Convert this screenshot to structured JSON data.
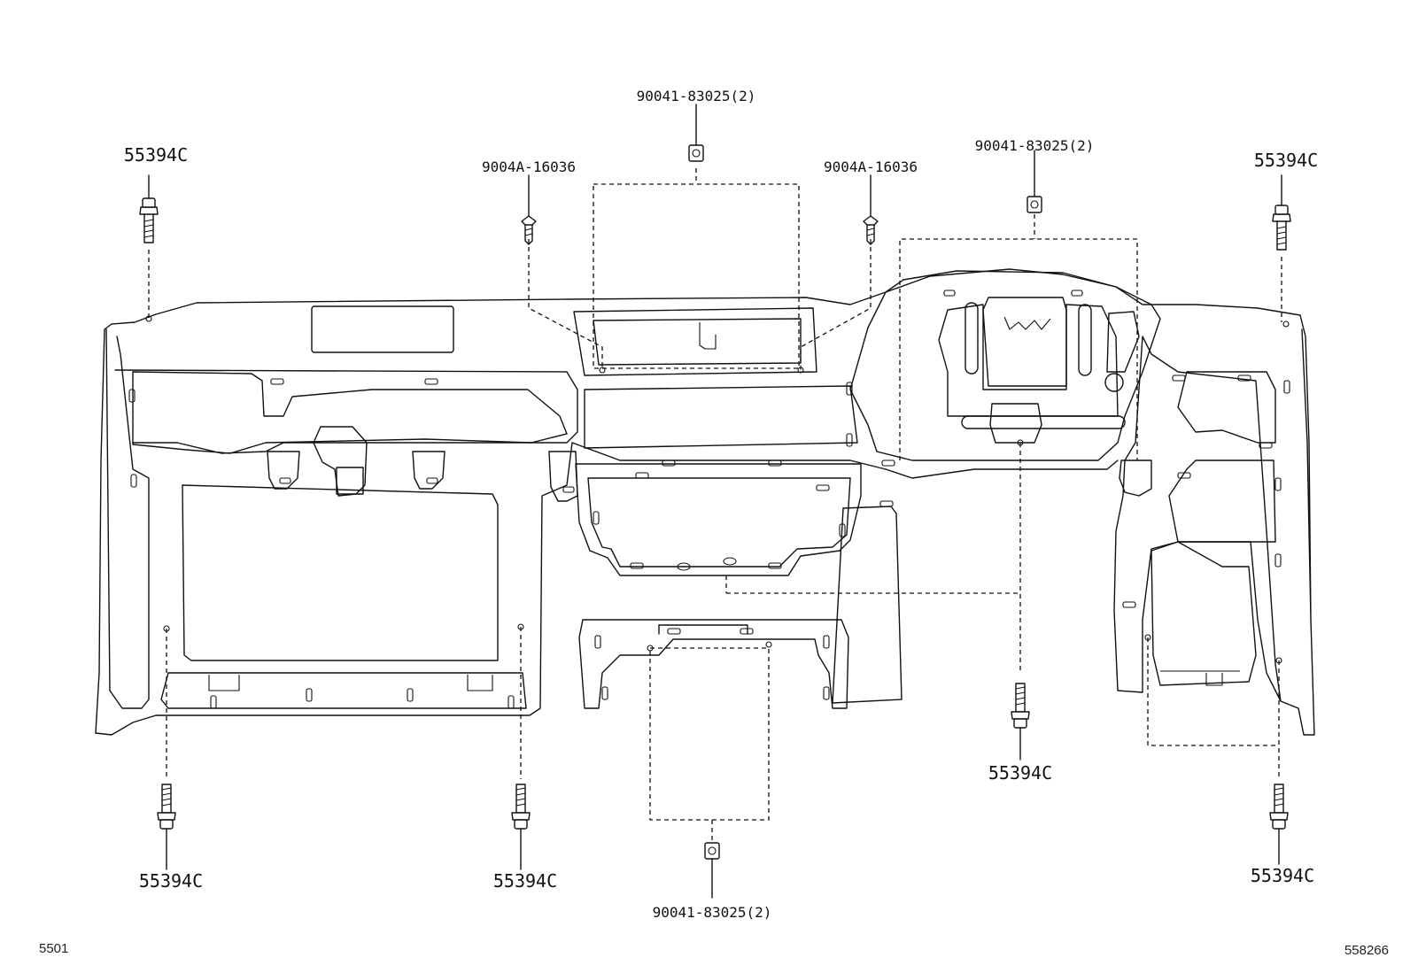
{
  "callouts": {
    "bolt_top_left": "55394C",
    "bolt_top_right": "55394C",
    "bolt_bottom_1": "55394C",
    "bolt_bottom_2": "55394C",
    "bolt_center_lower": "55394C",
    "bolt_bottom_right": "55394C",
    "clip_left": "9004A-16036",
    "clip_right": "9004A-16036",
    "nut_top_center": "90041-83025(2)",
    "nut_top_right": "90041-83025(2)",
    "nut_bottom_center": "90041-83025(2)"
  },
  "footer": {
    "left_code": "5501",
    "right_code": "558266"
  }
}
